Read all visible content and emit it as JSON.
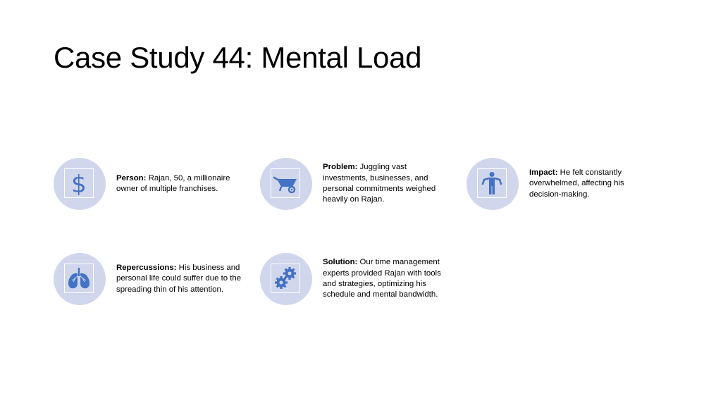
{
  "slide": {
    "title": "Case Study 44: Mental Load"
  },
  "cards": [
    {
      "icon": "dollar-icon",
      "label": "Person:",
      "text": " Rajan, 50, a millionaire owner of multiple franchises."
    },
    {
      "icon": "wheelbarrow-icon",
      "label": "Problem:",
      "text": " Juggling vast investments, businesses, and personal commitments weighed heavily on Rajan."
    },
    {
      "icon": "person-shrugging-icon",
      "label": "Impact:",
      "text": " He felt constantly overwhelmed, affecting his decision-making."
    },
    {
      "icon": "lungs-icon",
      "label": "Repercussions:",
      "text": " His business and personal life could suffer due to the spreading thin of his attention."
    },
    {
      "icon": "gears-icon",
      "label": "Solution:",
      "text": " Our time management experts provided Rajan with tools and strategies, optimizing his schedule and mental bandwidth."
    }
  ],
  "colors": {
    "circle": "#d0d6ec",
    "icon": "#4472c4"
  }
}
